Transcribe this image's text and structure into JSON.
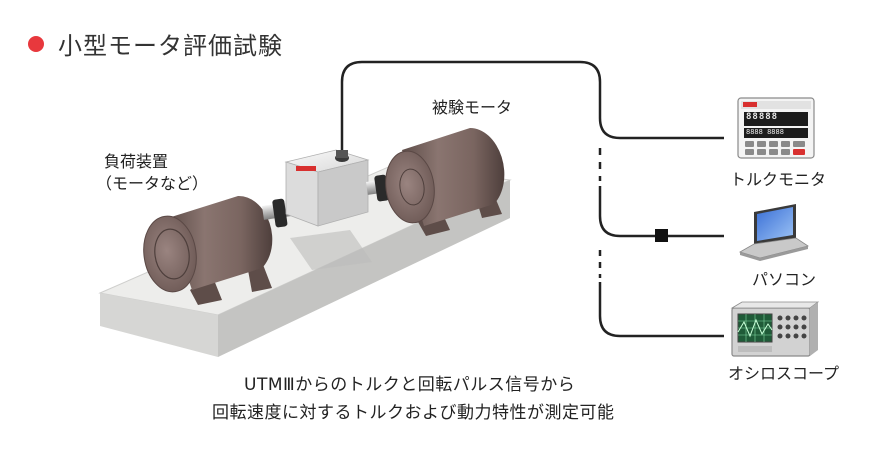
{
  "title": "小型モータ評価試験",
  "labels": {
    "load_device_line1": "負荷装置",
    "load_device_line2": "（モータなど）",
    "test_motor": "被験モータ",
    "torque_monitor": "トルクモニタ",
    "pc": "パソコン",
    "oscilloscope": "オシロスコープ"
  },
  "monitor_display": {
    "row1": "88888",
    "row2": "8888 8888"
  },
  "caption": {
    "line1": "UTMⅢからのトルクと回転パルス信号から",
    "line2": "回転速度に対するトルクおよび動力特性が測定可能"
  },
  "colors": {
    "title_dot": "#e8383d",
    "motor_body": "#7a6560",
    "base_plate": "#e4e4e2",
    "cable": "#222222"
  }
}
